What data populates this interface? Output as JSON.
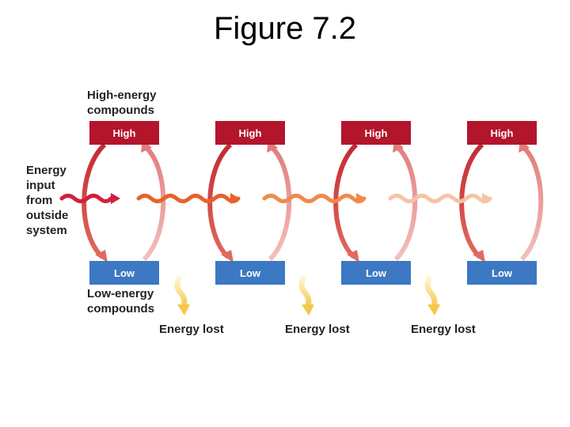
{
  "title": "Figure 7.2",
  "labels": {
    "high_energy": [
      "High-energy",
      "compounds"
    ],
    "low_energy": [
      "Low-energy",
      "compounds"
    ],
    "energy_input": [
      "Energy",
      "input",
      "from",
      "outside",
      "system"
    ]
  },
  "cycles": [
    {
      "high": "High",
      "low": "Low",
      "lost": "Energy lost"
    },
    {
      "high": "High",
      "low": "Low",
      "lost": "Energy lost"
    },
    {
      "high": "High",
      "low": "Low",
      "lost": "Energy lost"
    },
    {
      "high": "High",
      "low": "Low"
    }
  ],
  "colors": {
    "high_box": "#b3152b",
    "low_box": "#3d78c2",
    "down_arrow": "#c8343b",
    "up_arrow": "#e99a9a",
    "wave_input": "#d21f3c",
    "wave_1": "#e8612a",
    "wave_2": "#f08a4b",
    "wave_3": "#f6c3a6",
    "energy_lost_arrow": "#f5d36b"
  }
}
